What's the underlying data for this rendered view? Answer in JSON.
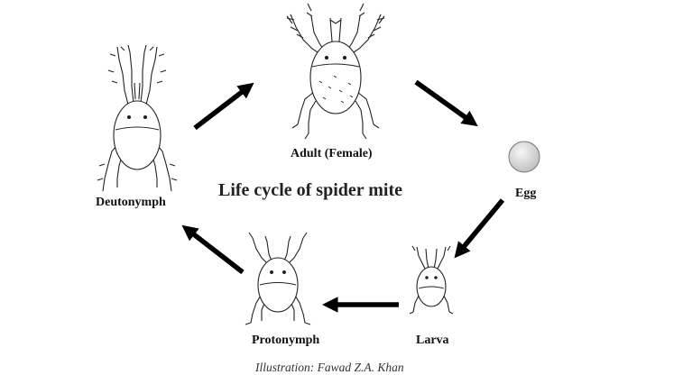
{
  "diagram": {
    "title": "Life cycle of spider mite",
    "stages": {
      "adult": "Adult (Female)",
      "egg": "Egg",
      "larva": "Larva",
      "protonymph": "Protonymph",
      "deutonymph": "Deutonymph"
    },
    "credit": "Illustration: Fawad Z.A. Khan",
    "colors": {
      "ink": "#111111",
      "arrow": "#000000",
      "egg_fill": "#d6d6d6"
    }
  }
}
